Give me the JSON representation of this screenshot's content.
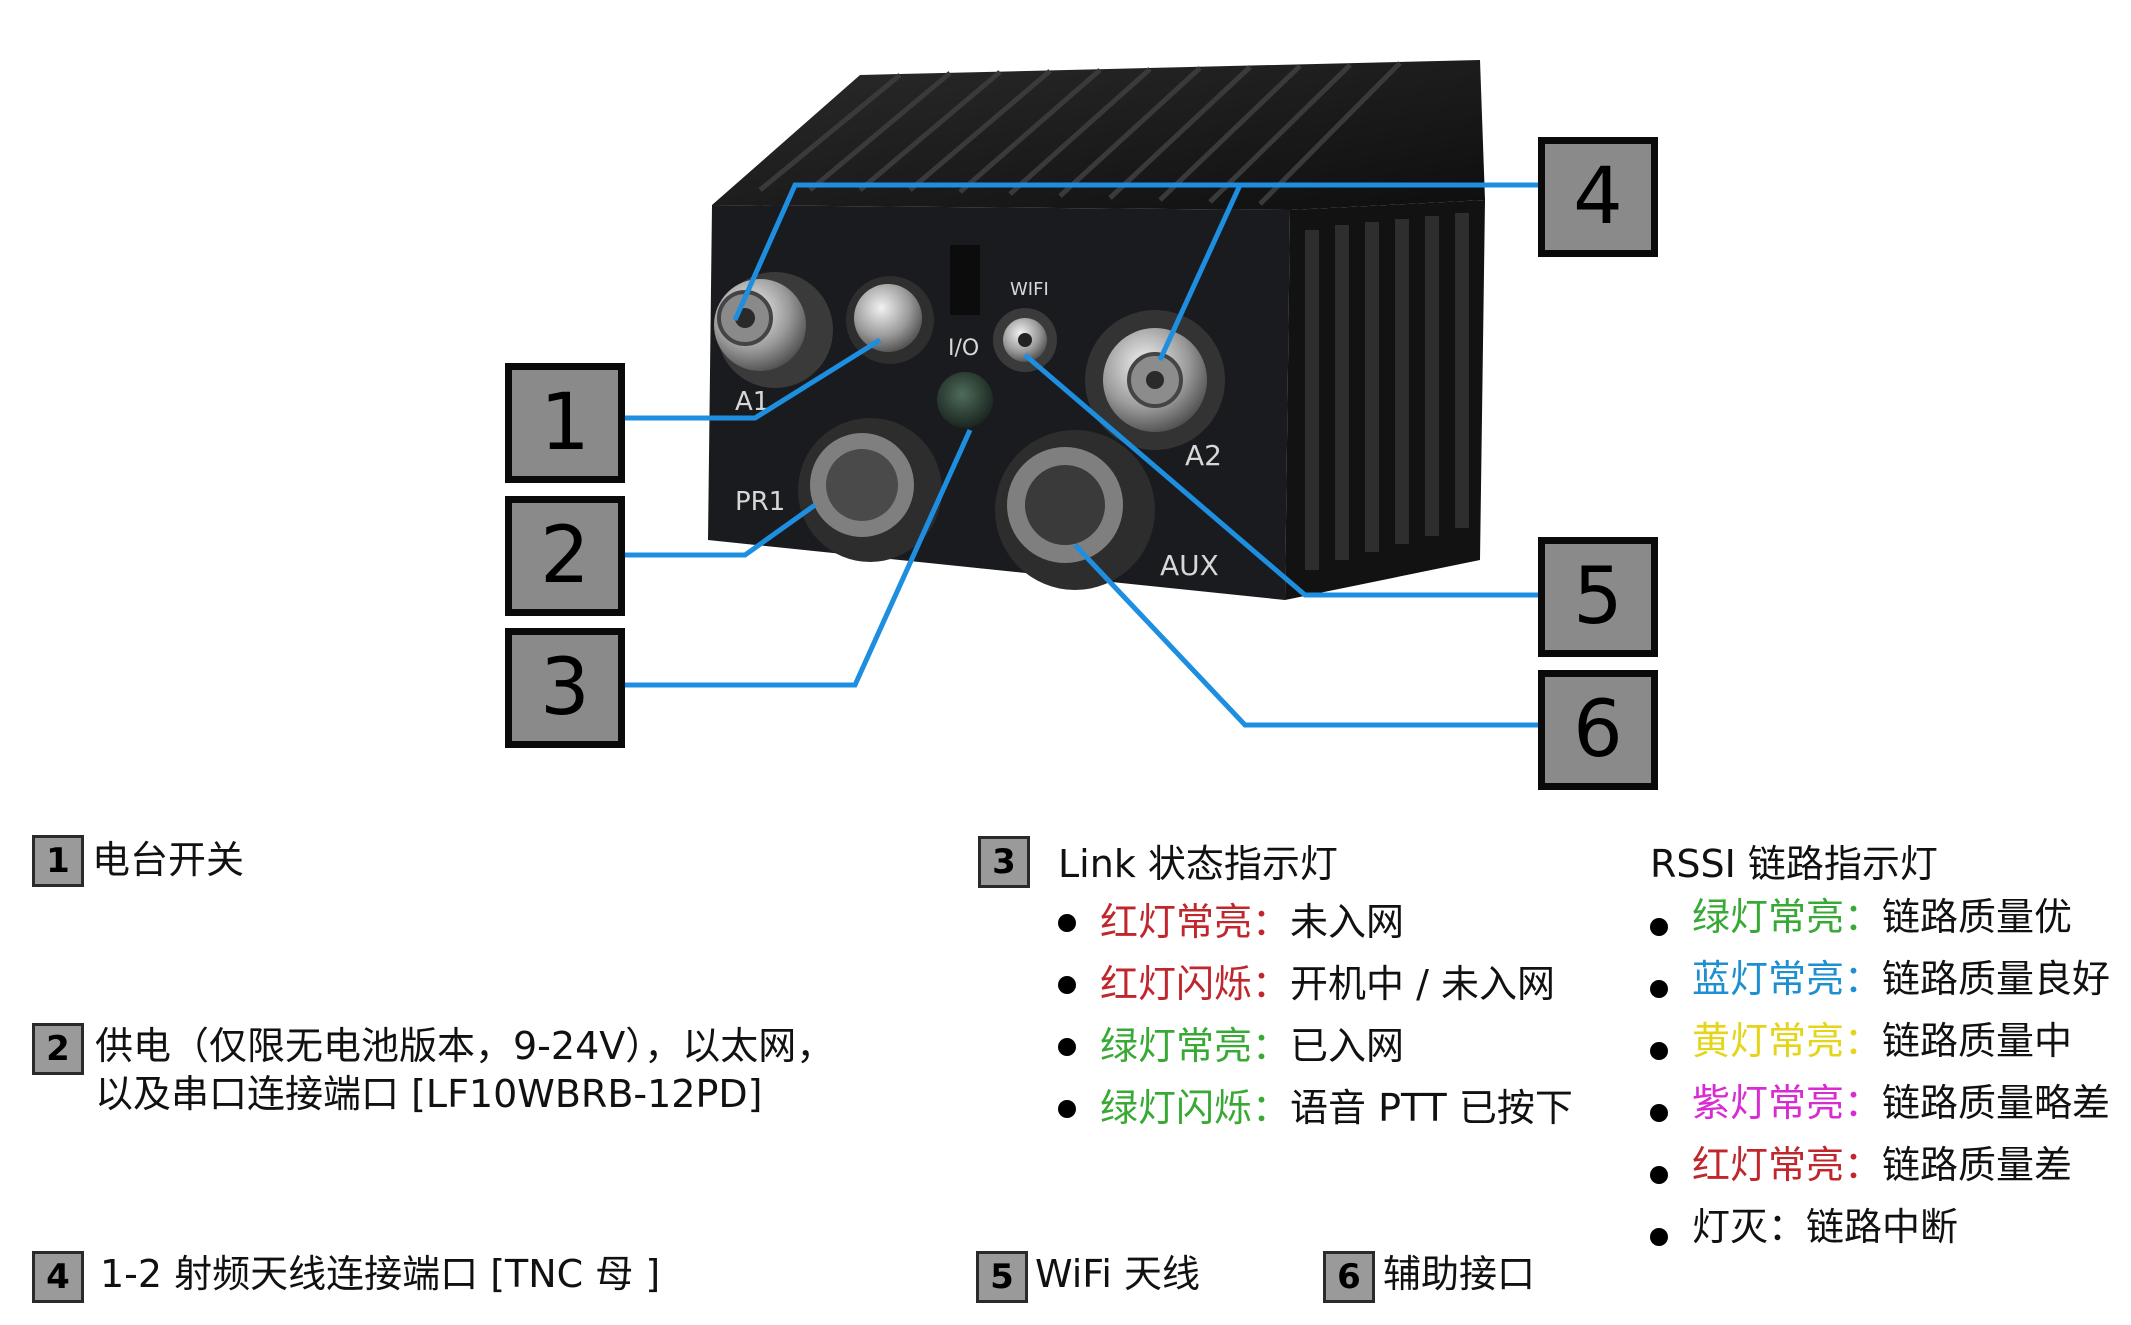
{
  "callouts": [
    "1",
    "2",
    "3",
    "4",
    "5",
    "6"
  ],
  "device_labels": {
    "a1": "A1",
    "a2": "A2",
    "pr": "PR1",
    "aux": "AUX",
    "io": "I/O",
    "wifi": "WIFI"
  },
  "legend": {
    "item1": {
      "num": "1",
      "text": "电台开关"
    },
    "item2": {
      "num": "2",
      "line1": "供电（仅限无电池版本，9-24V），以太网，",
      "line2": "以及串口连接端口 [LF10WBRB-12PD]"
    },
    "item3": {
      "num": "3",
      "title": "Link 状态指示灯",
      "rows": [
        {
          "label": "红灯常亮：",
          "desc": "未入网",
          "color": "#c0272d"
        },
        {
          "label": "红灯闪烁：",
          "desc": "开机中 / 未入网",
          "color": "#c0272d"
        },
        {
          "label": "绿灯常亮：",
          "desc": "已入网",
          "color": "#39a935"
        },
        {
          "label": "绿灯闪烁：",
          "desc": "语音 PTT 已按下",
          "color": "#39a935"
        }
      ]
    },
    "rssi": {
      "title": "RSSI 链路指示灯",
      "rows": [
        {
          "label": "绿灯常亮：",
          "desc": "链路质量优",
          "color": "#39a935"
        },
        {
          "label": "蓝灯常亮：",
          "desc": "链路质量良好",
          "color": "#1e8fd0"
        },
        {
          "label": "黄灯常亮：",
          "desc": "链路质量中",
          "color": "#e4d51a"
        },
        {
          "label": "紫灯常亮：",
          "desc": "链路质量略差",
          "color": "#d82bd2"
        },
        {
          "label": "红灯常亮：",
          "desc": "链路质量差",
          "color": "#c0272d"
        },
        {
          "label": "",
          "desc": "灯灭：链路中断",
          "color": "#111111"
        }
      ]
    },
    "item4": {
      "num": "4",
      "text": "1-2 射频天线连接端口 [TNC 母 ]"
    },
    "item5": {
      "num": "5",
      "text": "WiFi 天线"
    },
    "item6": {
      "num": "6",
      "text": "辅助接口"
    }
  },
  "colors": {
    "leader": "#1e8fe0",
    "device": "#151515"
  }
}
